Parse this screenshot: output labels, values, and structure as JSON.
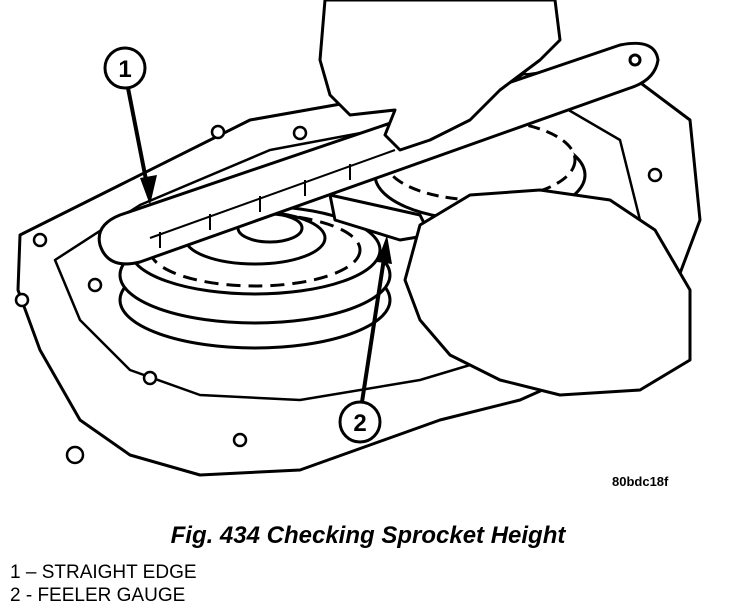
{
  "figure": {
    "code": "80bdc18f",
    "caption": "Fig. 434 Checking Sprocket Height",
    "callouts": [
      {
        "number": "1"
      },
      {
        "number": "2"
      }
    ],
    "legend": [
      {
        "text": "1  –  STRAIGHT EDGE"
      },
      {
        "text": "2 - FEELER GAUGE"
      }
    ]
  }
}
